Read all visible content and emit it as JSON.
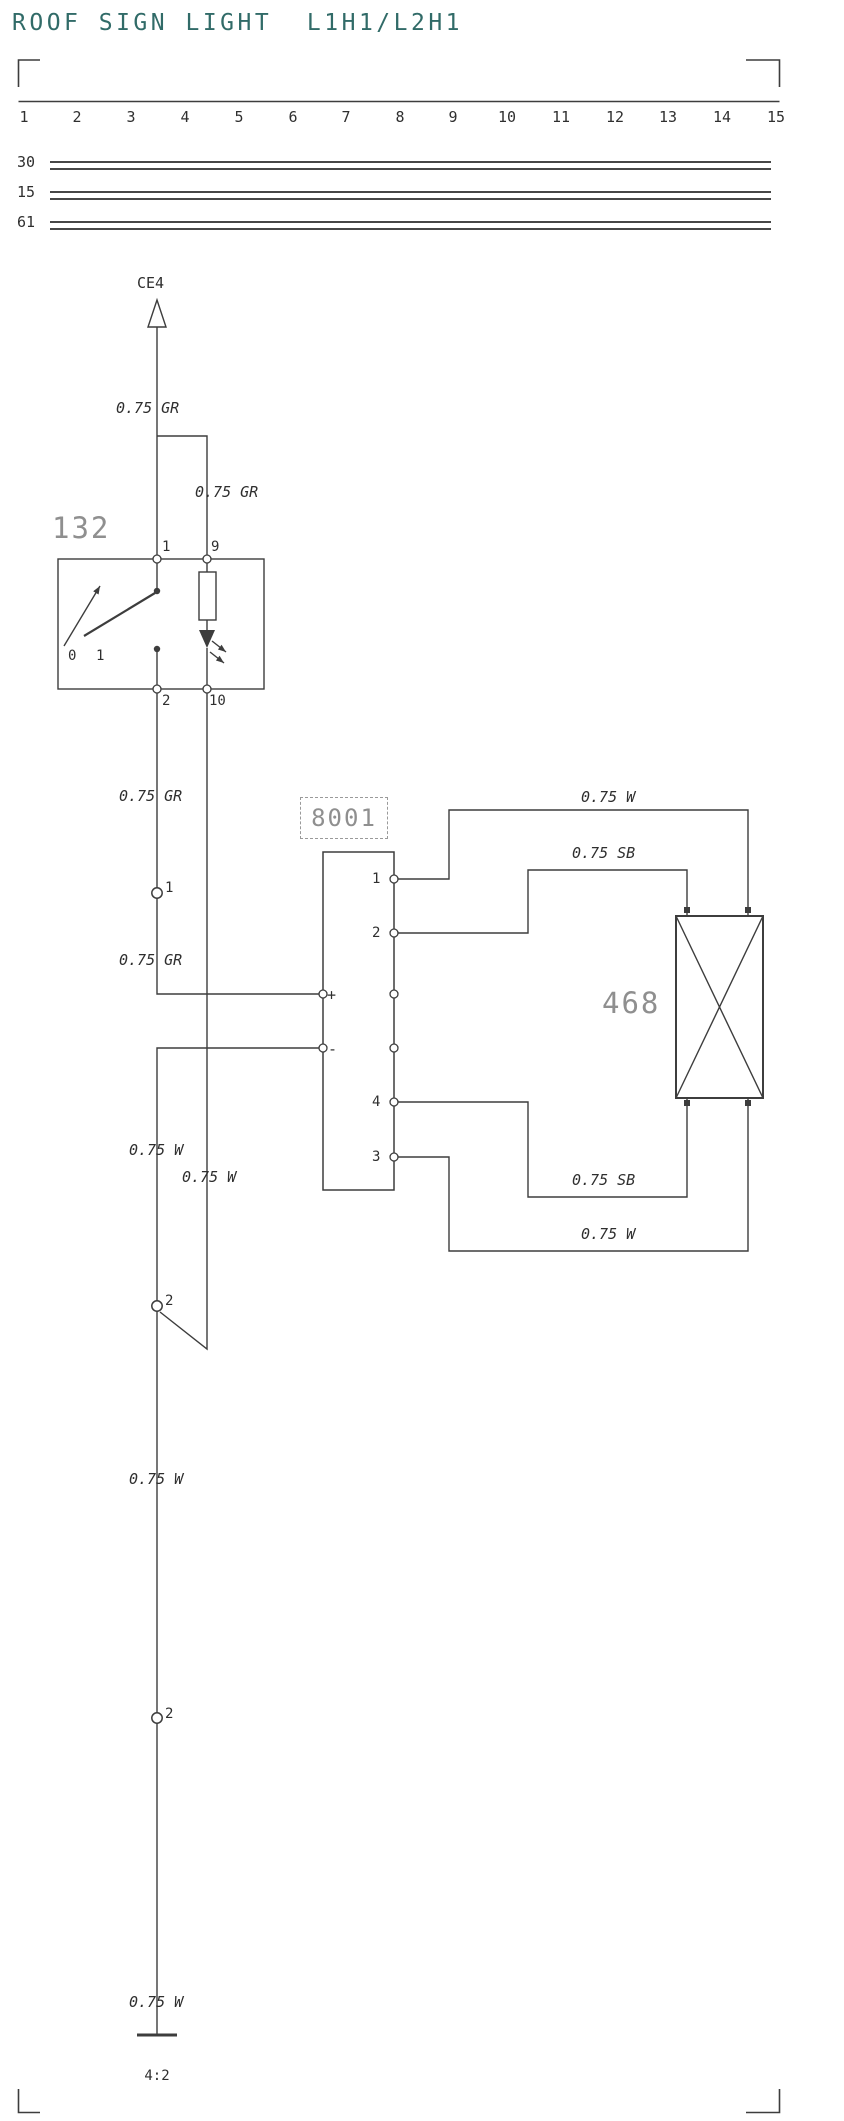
{
  "title": "ROOF SIGN LIGHT  L1H1/L2H1",
  "colors": {
    "line": "#3d3d3d",
    "title": "#316b68",
    "component_id": "#8f8f8f"
  },
  "frame": {
    "columns": [
      "1",
      "2",
      "3",
      "4",
      "5",
      "6",
      "7",
      "8",
      "9",
      "10",
      "11",
      "12",
      "13",
      "14",
      "15"
    ]
  },
  "bus": {
    "b30": "30",
    "b15": "15",
    "b61": "61"
  },
  "ce4": {
    "label": "CE4"
  },
  "switch132": {
    "id": "132",
    "pin1": "1",
    "pin9": "9",
    "pin2": "2",
    "pin10": "10",
    "pos0": "0",
    "pos1": "1"
  },
  "unit8001": {
    "id": "8001",
    "pin1": "1",
    "pin2": "2",
    "pin4": "4",
    "pin3": "3",
    "plus": "+",
    "minus": "-"
  },
  "lamp468": {
    "id": "468"
  },
  "splices": {
    "s1": "1",
    "s2": "2",
    "s3": "2"
  },
  "ground": {
    "label": "4:2"
  },
  "wires": {
    "gr_ce4": "0.75 GR",
    "gr_branch": "0.75 GR",
    "gr_below_switch": "0.75 GR",
    "gr_to_unit": "0.75 GR",
    "w_minus": "0.75 W",
    "w_led_return": "0.75 W",
    "w_mid": "0.75 W",
    "w_to_ground": "0.75 W",
    "w_top_right": "0.75 W",
    "sb_top_right": "0.75 SB",
    "sb_bottom_right": "0.75 SB",
    "w_bottom_right": "0.75 W"
  }
}
